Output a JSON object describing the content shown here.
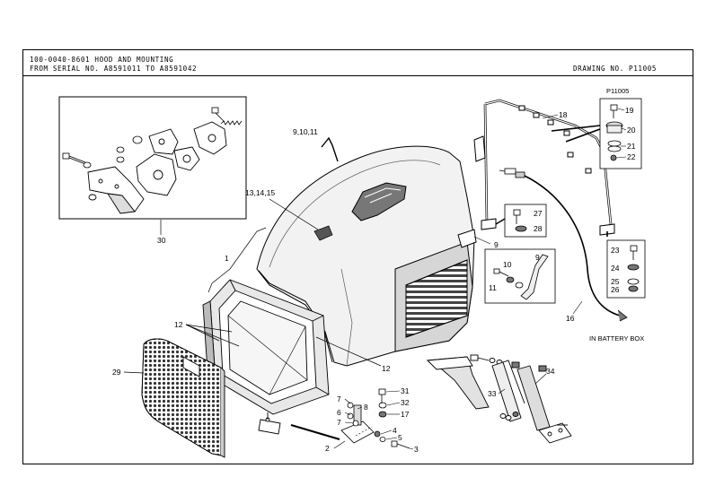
{
  "header": {
    "title_line1": "100-0040-8601 HOOD AND MOUNTING",
    "title_line2": "FROM SERIAL NO. A8591011 TO A8591042",
    "drawing_number": "DRAWING NO. P11005"
  },
  "diagram": {
    "drawing_tag": "P11005",
    "note_battery_box": "IN BATTERY BOX",
    "callouts": {
      "c1": "1",
      "c2": "2",
      "c3": "3",
      "c4": "4",
      "c5": "5",
      "c6": "6",
      "c7a": "7",
      "c7b": "7",
      "c8": "8",
      "c9a": "9",
      "c9b": "9",
      "c91011": "9,10,11",
      "c10": "10",
      "c11": "11",
      "c12a": "12",
      "c12b": "12",
      "c131415": "13,14,15",
      "c16": "16",
      "c17": "17",
      "c18": "18",
      "c19": "19",
      "c20": "20",
      "c21": "21",
      "c22": "22",
      "c23": "23",
      "c24": "24",
      "c25": "25",
      "c26": "26",
      "c27": "27",
      "c28": "28",
      "c29": "29",
      "c30": "30",
      "c31": "31",
      "c32": "32",
      "c33": "33",
      "c34": "34"
    }
  }
}
